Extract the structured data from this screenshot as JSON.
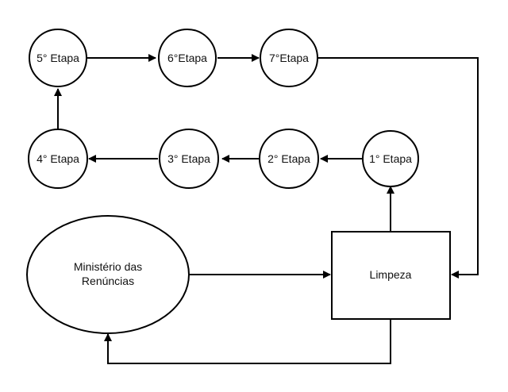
{
  "diagram": {
    "nodes": {
      "etapa5": "5° Etapa",
      "etapa6": "6°Etapa",
      "etapa7": "7°Etapa",
      "etapa4": "4° Etapa",
      "etapa3": "3° Etapa",
      "etapa2": "2° Etapa",
      "etapa1": "1° Etapa",
      "ministerio": [
        "Ministério das",
        "Renúncias"
      ],
      "limpeza": "Limpeza"
    },
    "edges": [
      {
        "from": "etapa5",
        "to": "etapa6"
      },
      {
        "from": "etapa6",
        "to": "etapa7"
      },
      {
        "from": "etapa7",
        "to": "limpeza"
      },
      {
        "from": "limpeza",
        "to": "etapa1"
      },
      {
        "from": "etapa1",
        "to": "etapa2"
      },
      {
        "from": "etapa2",
        "to": "etapa3"
      },
      {
        "from": "etapa3",
        "to": "etapa4"
      },
      {
        "from": "etapa4",
        "to": "etapa5"
      },
      {
        "from": "ministerio",
        "to": "limpeza"
      },
      {
        "from": "limpeza",
        "to": "ministerio"
      }
    ],
    "colors": {
      "stroke": "#000000",
      "fill": "#ffffff",
      "text": "#111111"
    }
  }
}
